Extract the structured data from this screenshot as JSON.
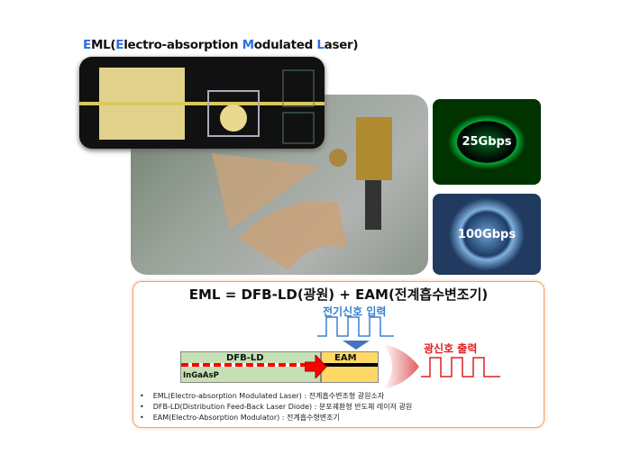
{
  "title": {
    "p1": "E",
    "p2": "ML(",
    "p3": "E",
    "p4": "lectro-absorption  ",
    "p5": "M",
    "p6": "odulated  ",
    "p7": "L",
    "p8": "aser)"
  },
  "eye_diagrams": [
    {
      "label": "25Gbps"
    },
    {
      "label": "100Gbps"
    }
  ],
  "equation": "EML = DFB-LD(광원) + EAM(전계흡수변조기)",
  "input_label": "전기신호 입력",
  "output_label": "광신호 출력",
  "blocks": {
    "dfb": "DFB-LD",
    "eam": "EAM",
    "material": "InGaAsP"
  },
  "bullets": [
    "EML(Electro-absorption  Modulated  Laser) : 전계흡수변조형  광원소자",
    "DFB-LD(Distribution  Feed-Back  Laser Diode) : 분포궤환형  반도체  레이저  광원",
    "EAM(Electro-Absorption  Modulator) : 전계흡수형변조기"
  ]
}
